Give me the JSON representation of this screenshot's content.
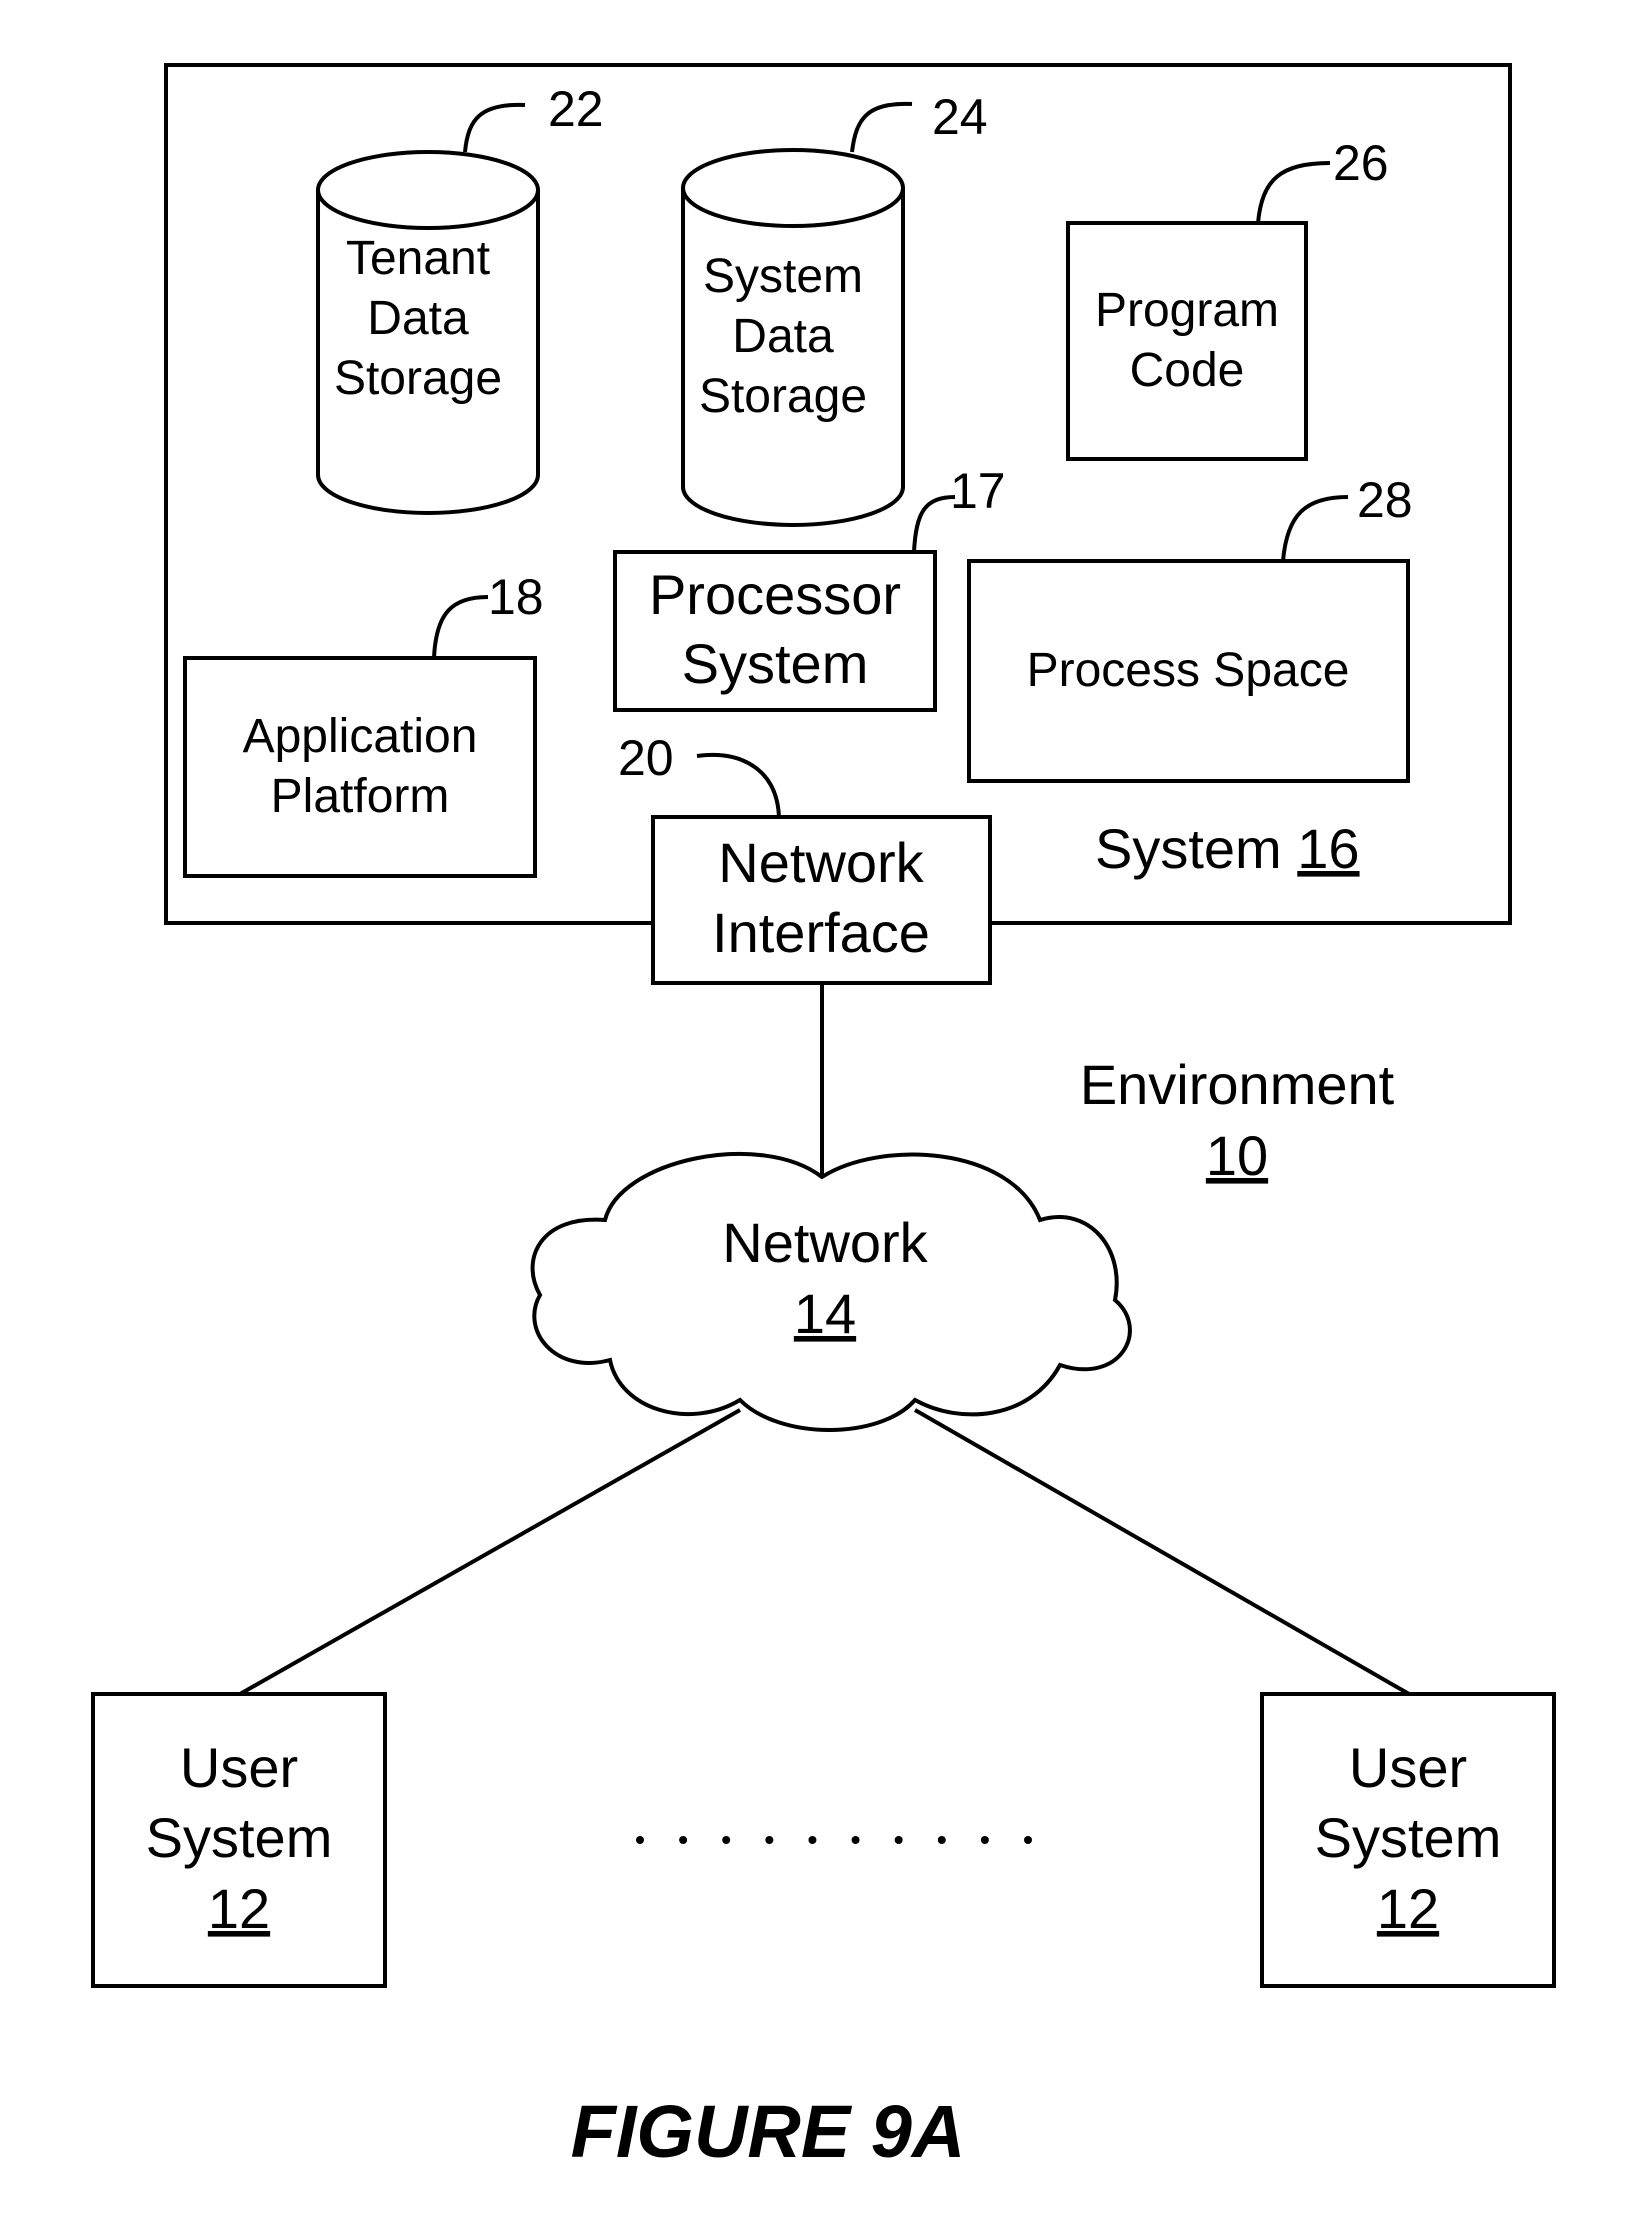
{
  "figure_title": "FIGURE 9A",
  "system": {
    "label": "System ",
    "ref": "16"
  },
  "environment": {
    "label": "Environment",
    "ref": "10"
  },
  "tenant_storage": {
    "lines": [
      "Tenant",
      "Data",
      "Storage"
    ],
    "ref": "22"
  },
  "system_storage": {
    "lines": [
      "System",
      "Data",
      "Storage"
    ],
    "ref": "24"
  },
  "program_code": {
    "lines": [
      "Program",
      "Code"
    ],
    "ref": "26"
  },
  "processor_system": {
    "lines": [
      "Processor",
      "System"
    ],
    "ref": "17"
  },
  "process_space": {
    "label": "Process Space",
    "ref": "28"
  },
  "application_platform": {
    "lines": [
      "Application",
      "Platform"
    ],
    "ref": "18"
  },
  "network_interface": {
    "lines": [
      "Network",
      "Interface"
    ],
    "ref": "20"
  },
  "network": {
    "label": "Network",
    "ref": "14"
  },
  "user_system_left": {
    "lines": [
      "User",
      "System"
    ],
    "ref": "12"
  },
  "user_system_right": {
    "lines": [
      "User",
      "System"
    ],
    "ref": "12"
  },
  "ellipsis": {
    "dot_count": 10
  }
}
